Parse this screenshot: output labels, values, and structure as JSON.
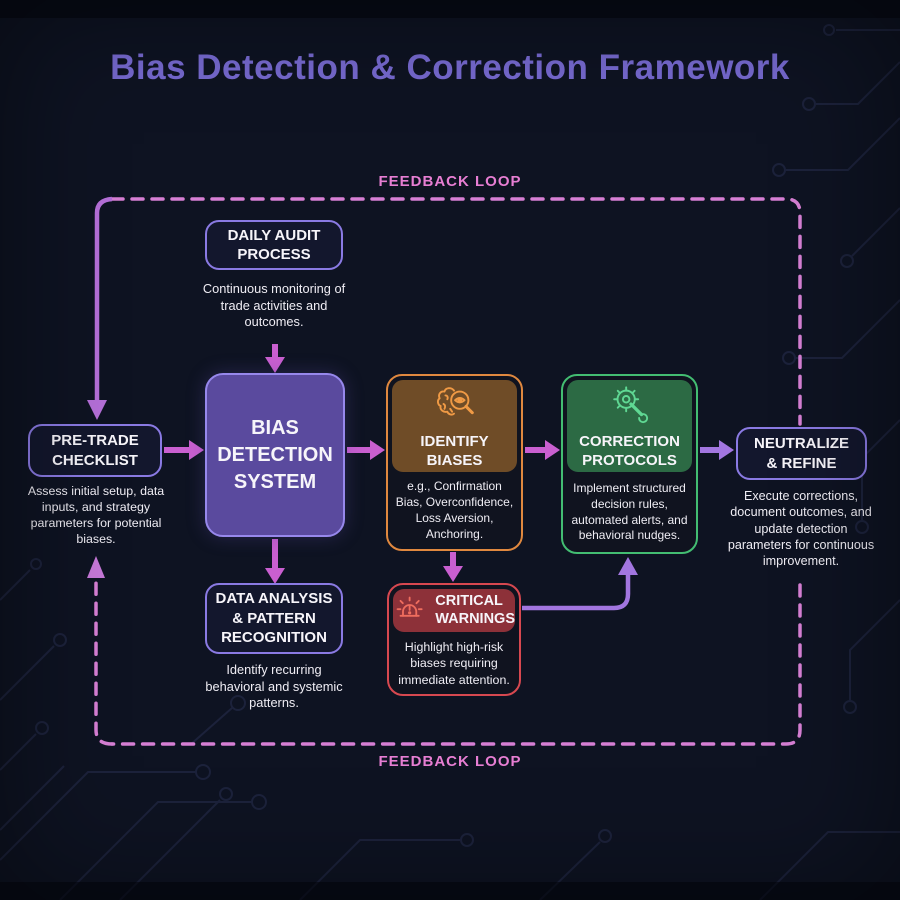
{
  "title": "Bias Detection & Correction Framework",
  "feedback_loop": {
    "top_label": "FEEDBACK LOOP",
    "bottom_label": "FEEDBACK LOOP"
  },
  "nodes": {
    "daily_audit": {
      "title": "DAILY AUDIT\nPROCESS",
      "description": "Continuous monitoring of trade activities and outcomes."
    },
    "pre_trade": {
      "title": "PRE-TRADE\nCHECKLIST",
      "description": "Assess initial setup, data inputs, and strategy parameters for potential biases."
    },
    "bias_detection": {
      "title": "BIAS\nDETECTION\nSYSTEM"
    },
    "identify_biases": {
      "title": "IDENTIFY\nBIASES",
      "description": "e.g., Confirmation Bias, Overconfidence, Loss Aversion, Anchoring.",
      "icon": "brain-magnifier-icon"
    },
    "correction_protocols": {
      "title": "CORRECTION\nPROTOCOLS",
      "description": "Implement structured decision rules, automated alerts, and behavioral nudges.",
      "icon": "gear-wrench-icon"
    },
    "neutralize_refine": {
      "title": "NEUTRALIZE\n& REFINE",
      "description": "Execute corrections, document outcomes, and update detection parameters for continuous improvement."
    },
    "data_analysis": {
      "title": "DATA ANALYSIS\n& PATTERN\nRECOGNITION",
      "description": "Identify recurring behavioral and systemic patterns."
    },
    "critical_warnings": {
      "title": "CRITICAL\nWARNINGS",
      "description": "Highlight high-risk biases requiring immediate attention.",
      "icon": "siren-alert-icon"
    }
  },
  "colors": {
    "background": "#0e1322",
    "title_purple": "#7669cf",
    "feedback_pink": "#e77ed3",
    "dashed_loop_pink": "#d67fd4",
    "arrow_magenta": "#c95fd0",
    "arrow_violet": "#a276e0",
    "purple_border": "#8a7ae3",
    "bias_fill": "#5a4a9e",
    "orange_border": "#e0883f",
    "orange_fill": "#6f4c27",
    "green_border": "#43bd72",
    "green_fill": "#2c6a44",
    "red_border": "#d74850",
    "red_fill": "#8d3139"
  }
}
